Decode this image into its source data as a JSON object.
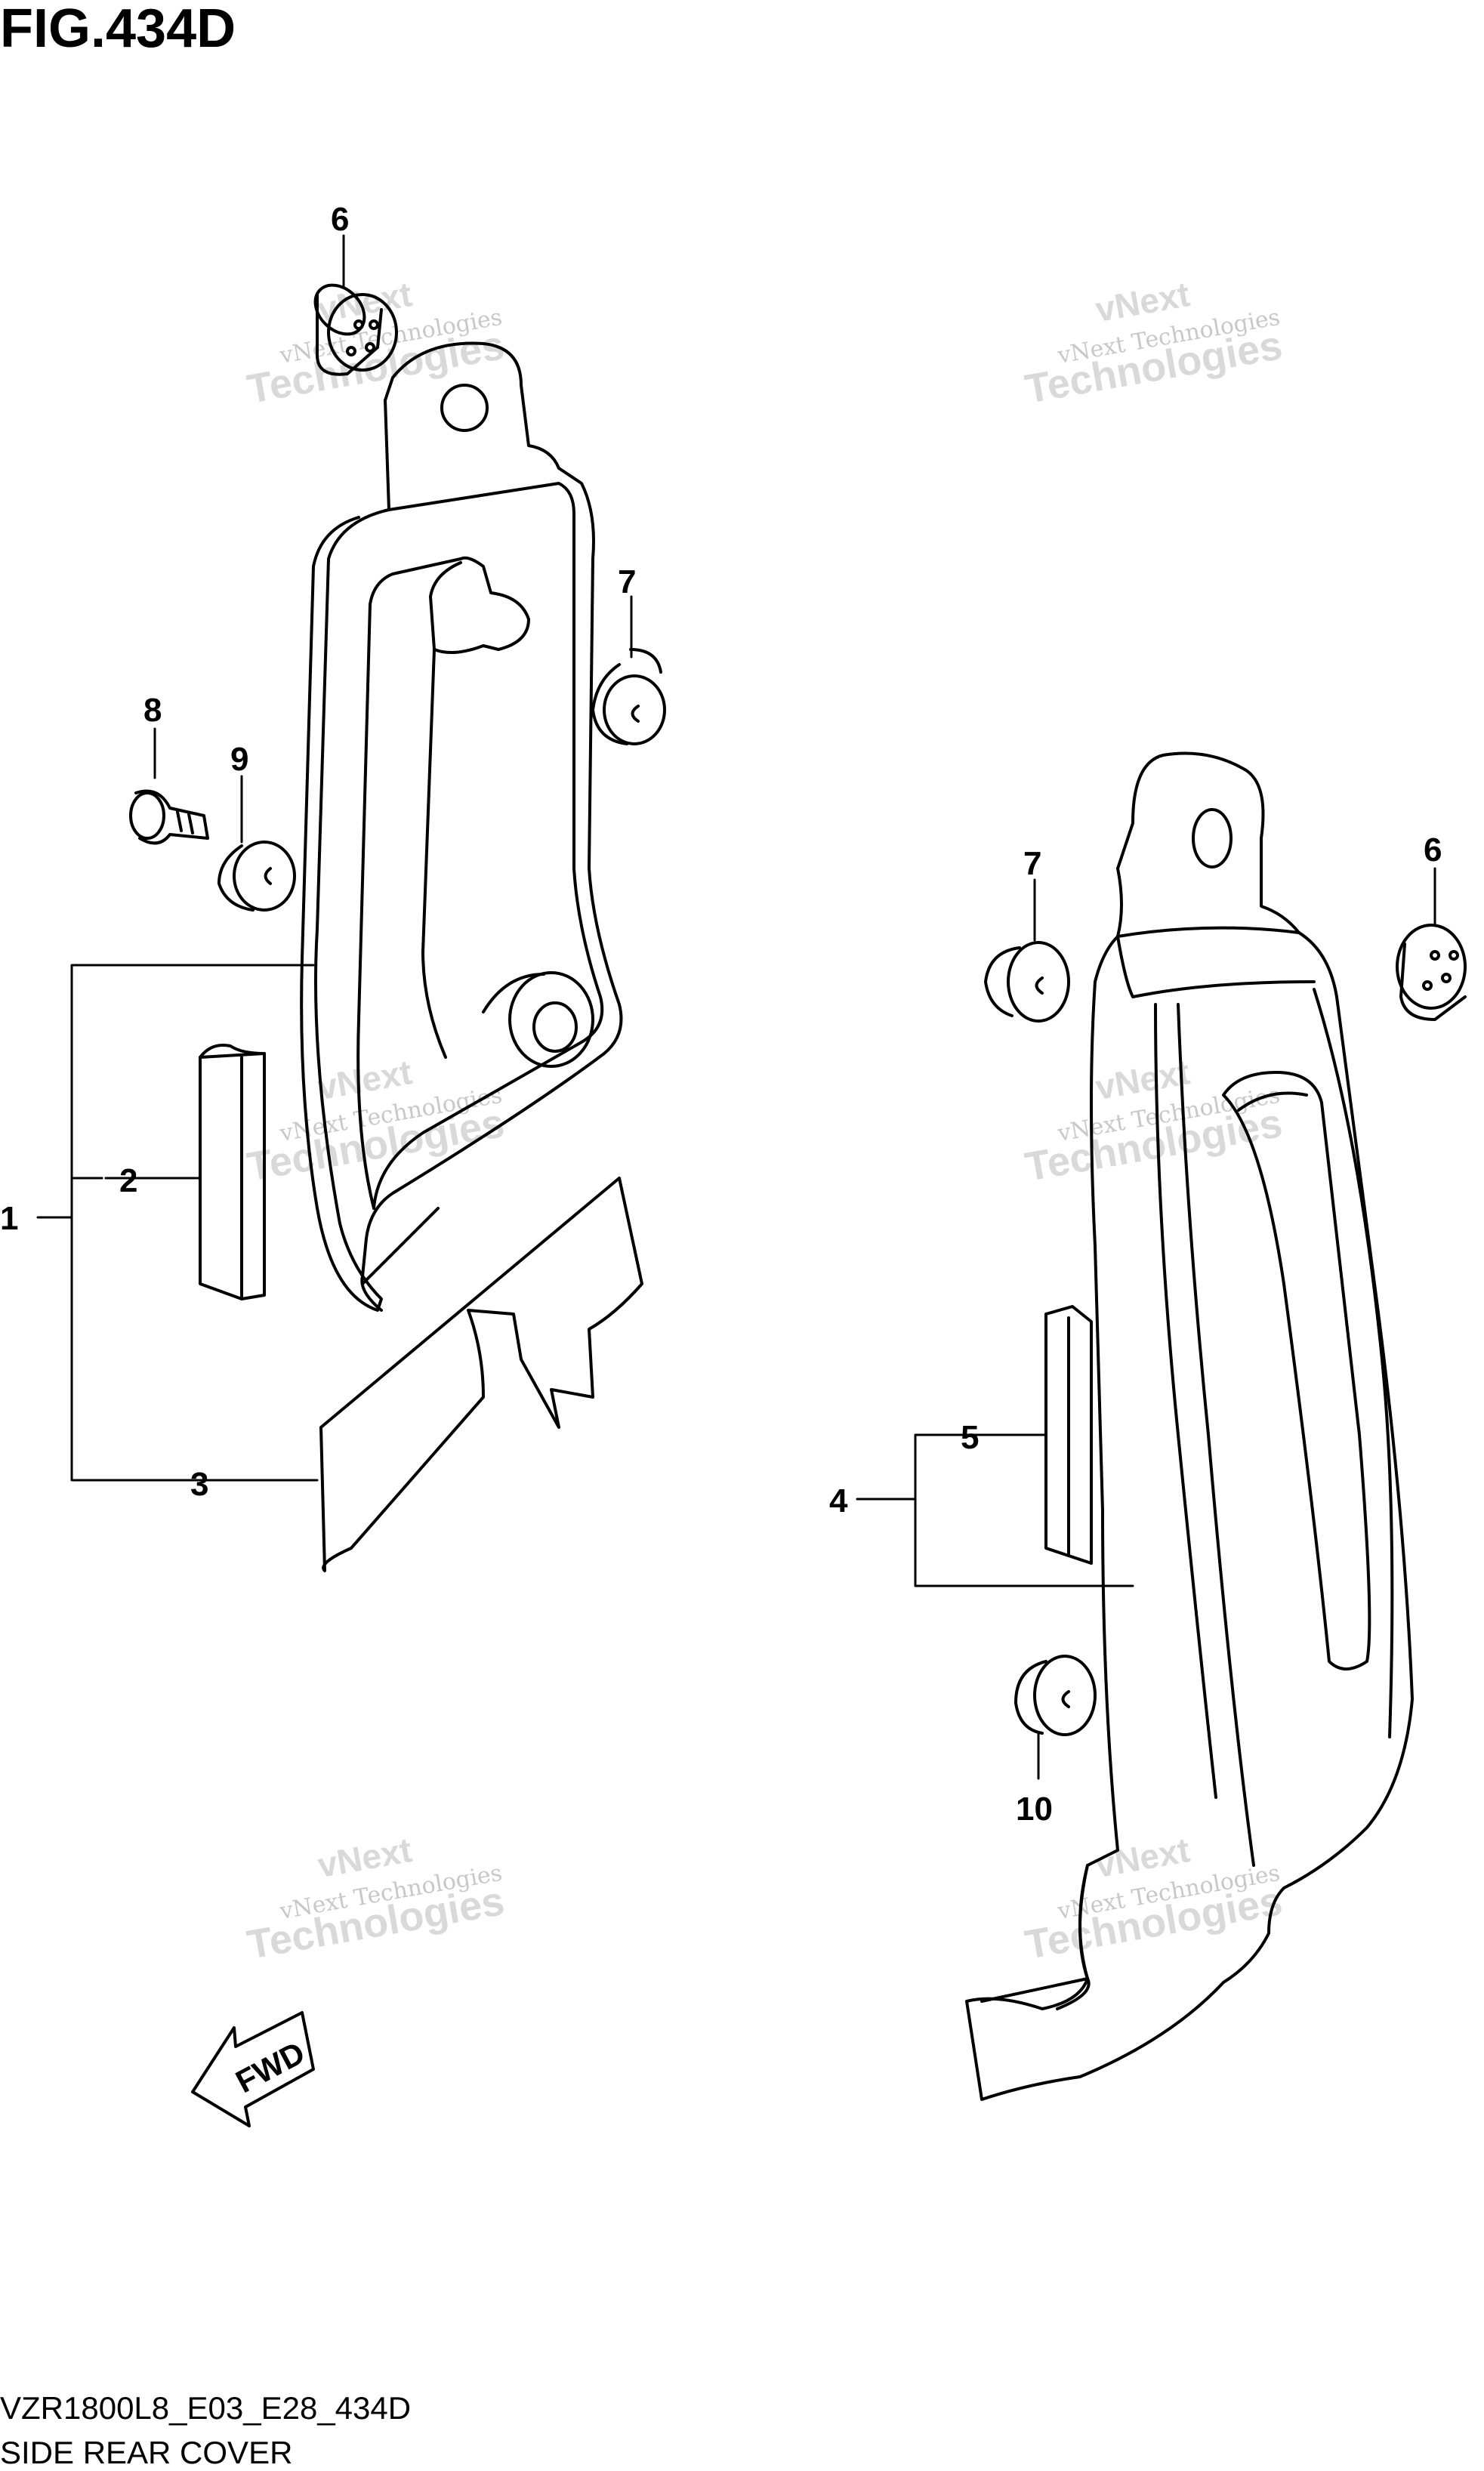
{
  "header": {
    "figure_title": "FIG.434D"
  },
  "footer": {
    "model_code": "VZR1800L8_E03_E28_434D",
    "section_name": "SIDE REAR COVER"
  },
  "callouts": {
    "c1": "1",
    "c2": "2",
    "c3": "3",
    "c4": "4",
    "c5": "5",
    "c6a": "6",
    "c6b": "6",
    "c7a": "7",
    "c7b": "7",
    "c8": "8",
    "c9": "9",
    "c10": "10"
  },
  "fwd_arrow": {
    "label": "FWD"
  },
  "watermark": {
    "line1": "vNext Technologies",
    "line2": "vNext",
    "line3": "Technologies"
  },
  "colors": {
    "ink": "#000000",
    "paper": "#ffffff",
    "watermark": "#d9d9d9"
  }
}
